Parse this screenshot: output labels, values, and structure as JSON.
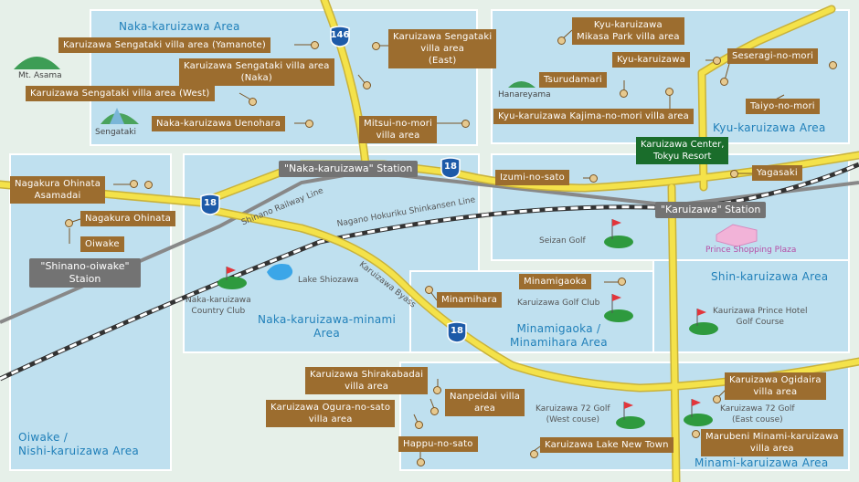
{
  "areas": {
    "naka": "Naka-karuizawa Area",
    "kyu": "Kyu-karuizawa Area",
    "oiwake": [
      "Oiwake /",
      "Nishi-karuizawa Area"
    ],
    "nakaminami": [
      "Naka-karuizawa-minami",
      "Area"
    ],
    "minamigaoka": [
      "Minamigaoka /",
      "Minamihara Area"
    ],
    "shin": "Shin-karuizawa Area",
    "minami": "Minami-karuizawa Area"
  },
  "labels": {
    "yamanote": "Karuizawa Sengataki villa area (Yamanote)",
    "naka_villa": [
      "Karuizawa Sengataki villa area",
      "(Naka)"
    ],
    "west_villa": "Karuizawa Sengataki villa area (West)",
    "uenohara": "Naka-karuizawa Uenohara",
    "east_villa": [
      "Karuizawa Sengataki",
      "villa area",
      "(East)"
    ],
    "mitsui": [
      "Mitsui-no-mori",
      "villa area"
    ],
    "mikasa": [
      "Kyu-karuizawa",
      "Mikasa Park villa area"
    ],
    "kyu": "Kyu-karuizawa",
    "seseragi": "Seseragi-no-mori",
    "tsurudamari": "Tsurudamari",
    "taiyo": "Taiyo-no-mori",
    "kajima": "Kyu-karuizawa Kajima-no-mori villa area",
    "izumi": "Izumi-no-sato",
    "yagasaki": "Yagasaki",
    "asamadai": [
      "Nagakura Ohinata",
      "Asamadai"
    ],
    "ohinata": "Nagakura Ohinata",
    "oiwake": "Oiwake",
    "minamigaoka": "Minamigaoka",
    "minamihara": "Minamihara",
    "shirakabadai": [
      "Karuizawa Shirakabadai",
      "villa area"
    ],
    "nanpeidai": [
      "Nanpeidai villa",
      "area"
    ],
    "ogura": [
      "Karuizawa Ogura-no-sato",
      "villa area"
    ],
    "happu": "Happu-no-sato",
    "lake_new_town": "Karuizawa Lake New Town",
    "ogidaira": [
      "Karuizawa Ogidaira",
      "villa area"
    ],
    "marubeni": [
      "Marubeni Minami-karuizawa",
      "villa area"
    ]
  },
  "stations": {
    "naka": "\"Naka-karuizawa\" Station",
    "karuizawa": "\"Karuizawa\" Station",
    "shinano_oiwake": [
      "\"Shinano-oiwake\"",
      "Staion"
    ]
  },
  "center": [
    "Karuizawa Center,",
    "Tokyu Resort"
  ],
  "landmarks": {
    "mt_asama": "Mt. Asama",
    "hanareyama": "Hanareyama",
    "sengataki": "Sengataki",
    "seizan_golf": "Seizan Golf",
    "prince_shopping": "Prince Shopping Plaza",
    "lake_shiozawa": "Lake Shiozawa",
    "naka_country_club": [
      "Naka-karuizawa",
      "Country Club"
    ],
    "karuizawa_golf_club": "Karuizawa Golf Club",
    "prince_hotel_golf": [
      "Kaurizawa Prince Hotel",
      "Golf Course"
    ],
    "golf72_west": [
      "Karuizawa 72 Golf",
      "(West couse)"
    ],
    "golf72_east": [
      "Karuizawa 72 Golf",
      "(East couse)"
    ]
  },
  "rail": {
    "shinano_railway": "Shinano Railway Line",
    "hokuriku_shinkansen": "Nagano Hokuriku Shinkansen Line",
    "bypass": "Karuizawa Byass"
  },
  "routes": {
    "r146": "146",
    "r18": "18"
  },
  "colors": {
    "area": "#bfe0ef",
    "area_text": "#1f7fb9",
    "label": "#9c6d2f",
    "road": "#f4e24a",
    "route_shield": "#1d5aa8",
    "station": "#737373",
    "center": "#1a6d2b"
  }
}
